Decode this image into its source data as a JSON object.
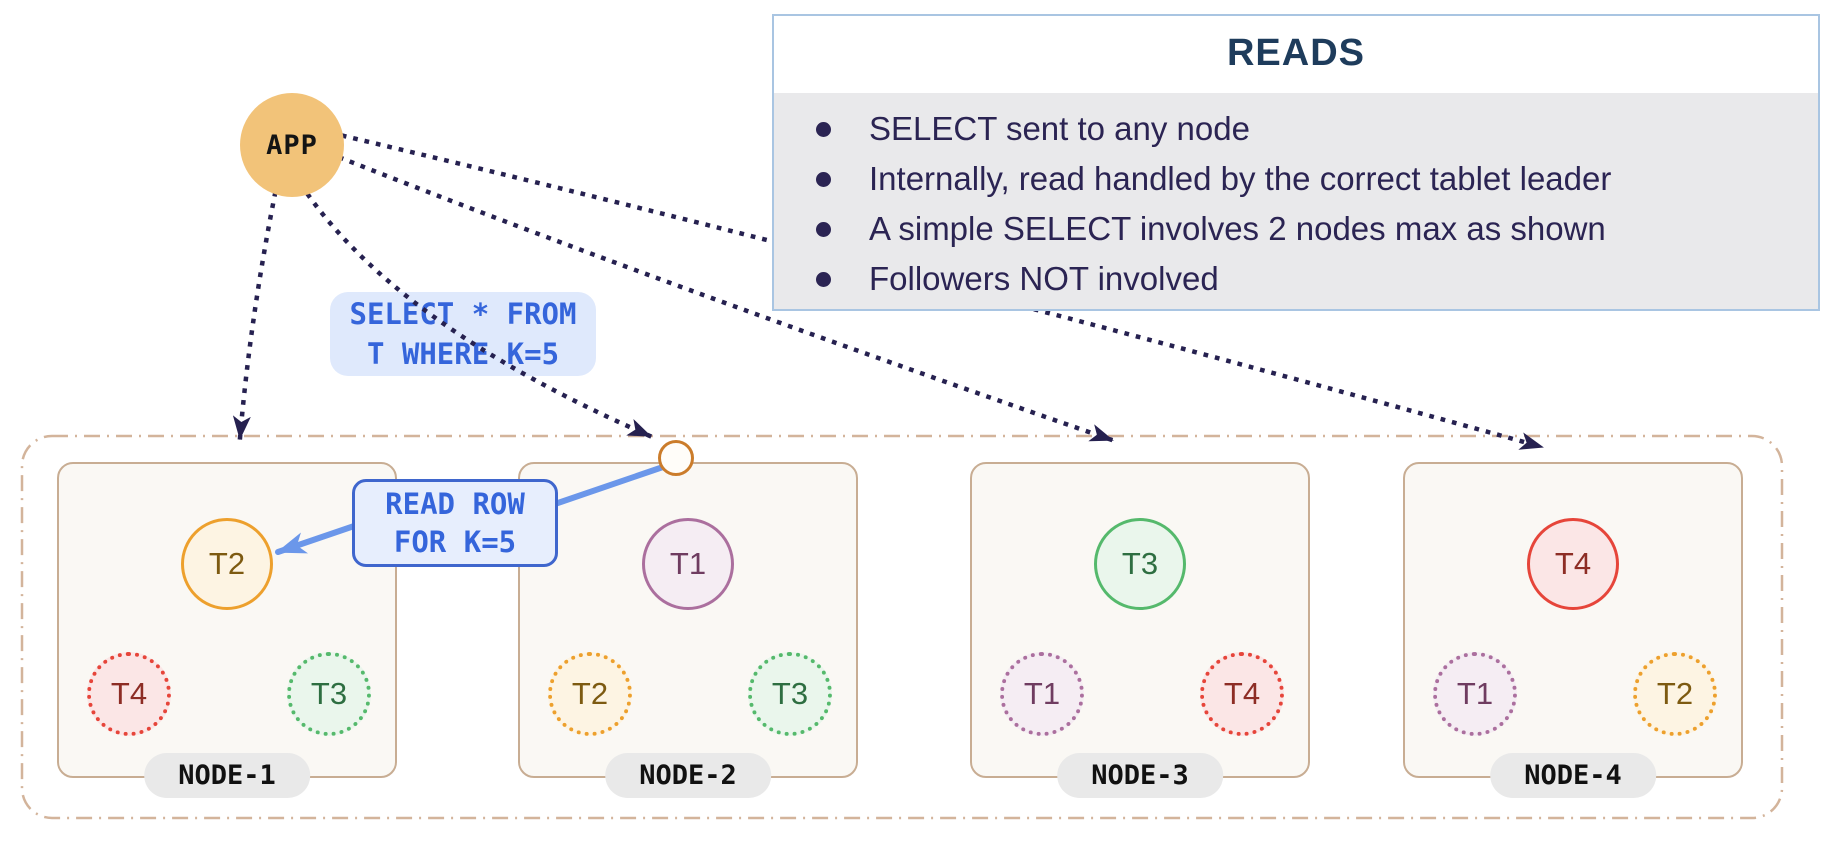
{
  "app": {
    "label": "APP"
  },
  "reads_panel": {
    "title": "READS",
    "bullets": [
      "SELECT sent to any node",
      "Internally, read handled by the correct tablet leader",
      "A simple SELECT involves 2 nodes max as shown",
      "Followers NOT involved"
    ]
  },
  "sql_label": {
    "line1": "SELECT * FROM",
    "line2": "T WHERE K=5"
  },
  "read_row_label": {
    "line1": "READ ROW",
    "line2": "FOR K=5"
  },
  "nodes": [
    {
      "label": "NODE-1",
      "leader": {
        "id": "t2",
        "label": "T2"
      },
      "followers": [
        {
          "id": "t4",
          "label": "T4"
        },
        {
          "id": "t3",
          "label": "T3"
        }
      ]
    },
    {
      "label": "NODE-2",
      "leader": {
        "id": "t1",
        "label": "T1"
      },
      "followers": [
        {
          "id": "t2",
          "label": "T2"
        },
        {
          "id": "t3",
          "label": "T3"
        }
      ]
    },
    {
      "label": "NODE-3",
      "leader": {
        "id": "t3",
        "label": "T3"
      },
      "followers": [
        {
          "id": "t1",
          "label": "T1"
        },
        {
          "id": "t4",
          "label": "T4"
        }
      ]
    },
    {
      "label": "NODE-4",
      "leader": {
        "id": "t4",
        "label": "T4"
      },
      "followers": [
        {
          "id": "t1",
          "label": "T1"
        },
        {
          "id": "t2",
          "label": "T2"
        }
      ]
    }
  ],
  "colors": {
    "app_fill": "#f2c379",
    "dotted_arrow": "#262150",
    "blue_arrow": "#6b97ea",
    "sql_text": "#3565db",
    "sql_bg": "#dfe9fc",
    "callout_border": "#3f66cd",
    "reads_border": "#a9c5e2",
    "reads_title_text": "#1e3c5c",
    "reads_body_bg": "#e9e9eb",
    "reads_body_text": "#2b2453",
    "node_border": "#c8ad93",
    "node_fill": "#faf8f4",
    "cluster_dash_border": "#d3b49b",
    "node_pill_bg": "#e9e9e9",
    "tablet_t1_border": "#ab6f9e",
    "tablet_t2_border": "#eda02d",
    "tablet_t3_border": "#55b96c",
    "tablet_t4_border": "#e6453a",
    "entry_circle_border": "#cb7c2b"
  }
}
